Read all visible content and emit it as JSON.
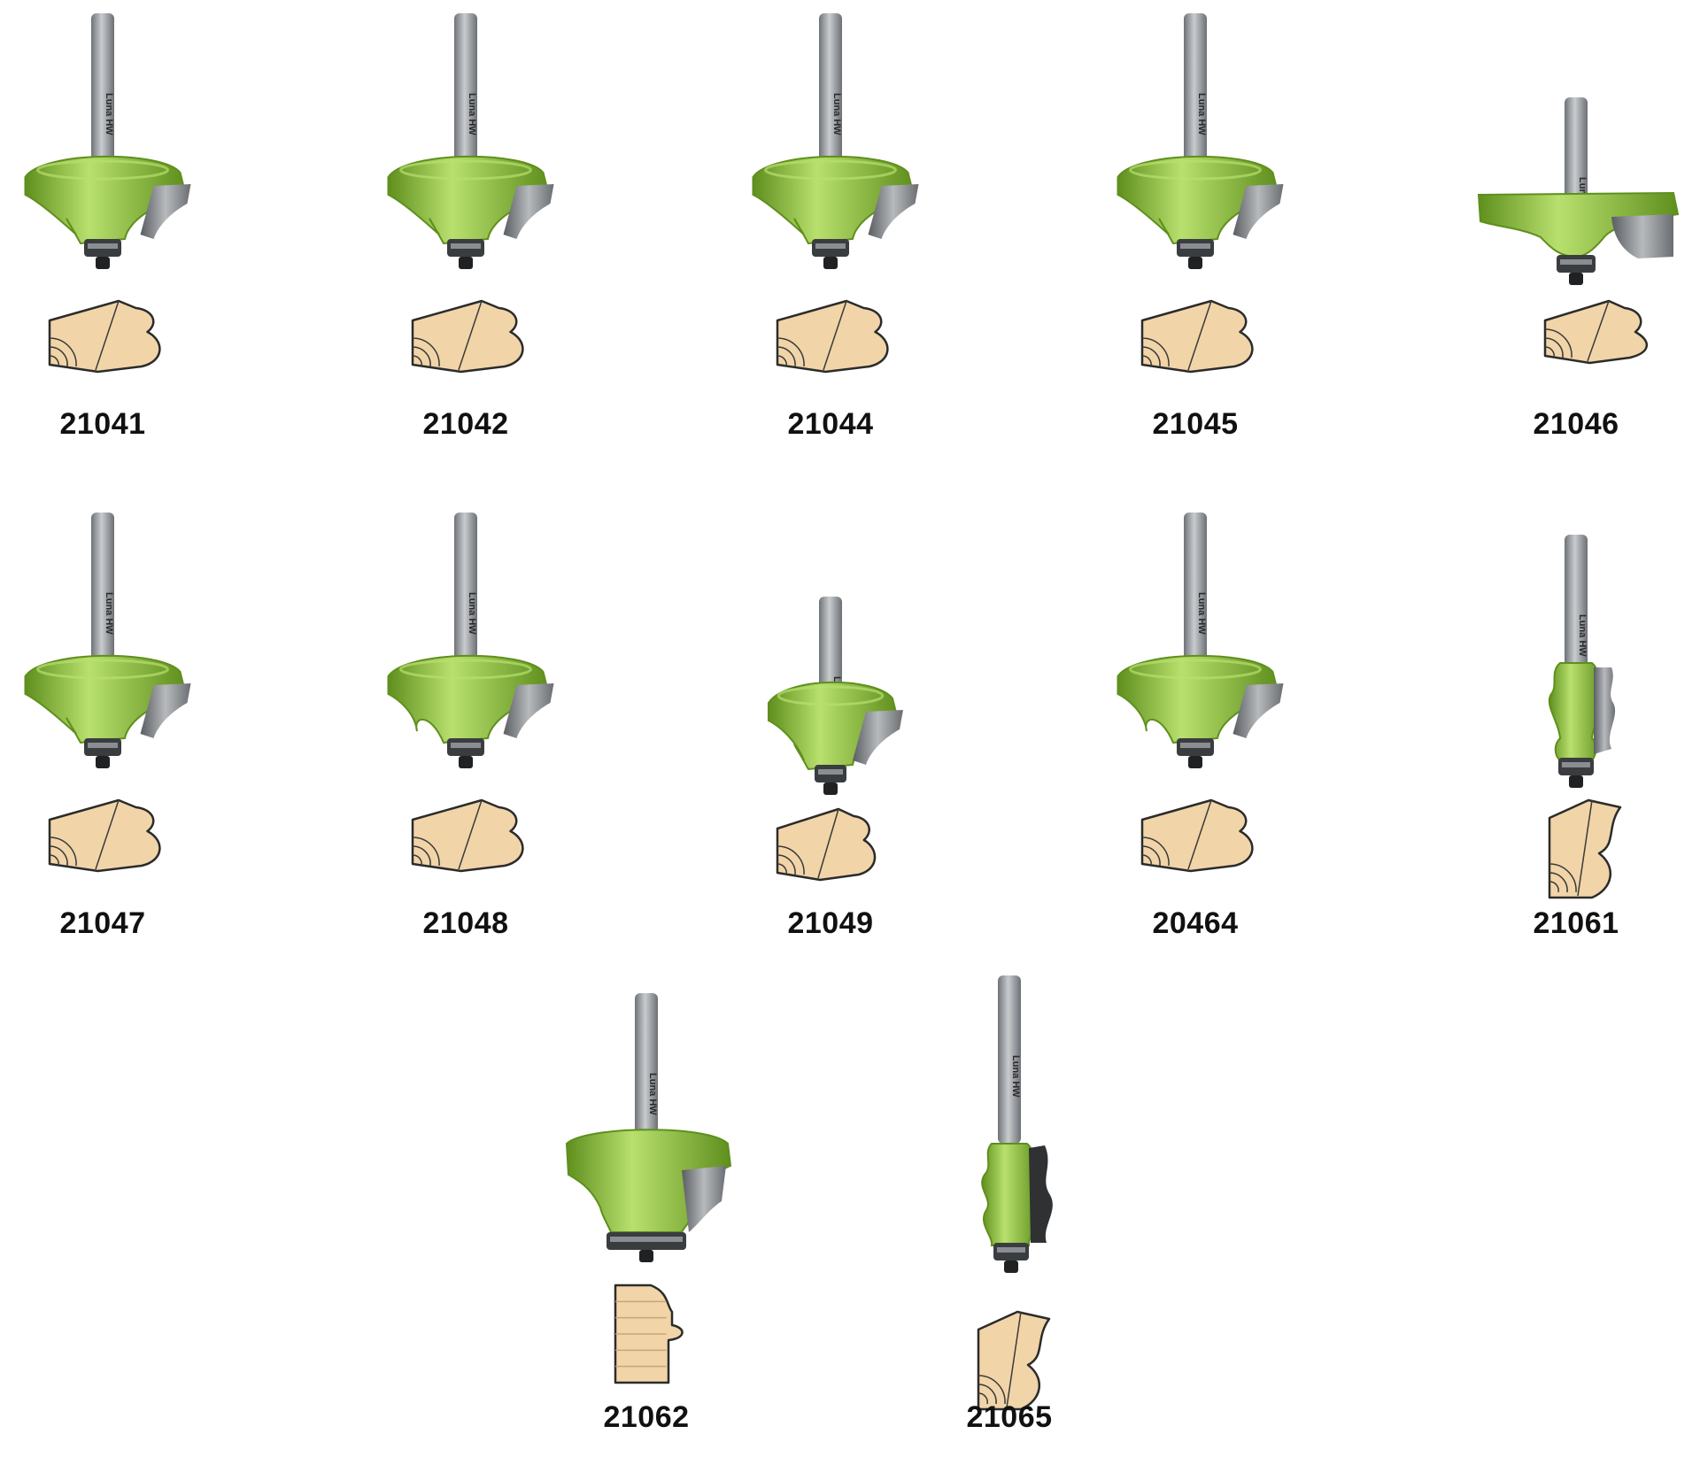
{
  "brand_mark": "Luna HW",
  "colors": {
    "cutter_green": "#8dc63f",
    "cutter_dark": "#5f8f1d",
    "cutter_light": "#b8e06e",
    "shank": "#8f9397",
    "blade": "#7c7f84",
    "bearing": "#3a3d40",
    "wood": "#f1d4a8",
    "wood_line": "#2b2b2b",
    "label": "#111111"
  },
  "products": [
    {
      "code": "21041",
      "icon": "ogee-router-bit-icon",
      "profile": "cove-bead-profile"
    },
    {
      "code": "21042",
      "icon": "ogee-router-bit-icon",
      "profile": "roman-ogee-profile"
    },
    {
      "code": "21044",
      "icon": "cove-router-bit-icon",
      "profile": "cove-profile"
    },
    {
      "code": "21045",
      "icon": "ogee-router-bit-icon",
      "profile": "ogee-profile"
    },
    {
      "code": "21046",
      "icon": "wide-ogee-router-bit-icon",
      "profile": "small-ogee-profile"
    },
    {
      "code": "21047",
      "icon": "ogee-router-bit-icon",
      "profile": "ogee-profile"
    },
    {
      "code": "21048",
      "icon": "step-ogee-router-bit-icon",
      "profile": "stepped-profile"
    },
    {
      "code": "21049",
      "icon": "small-ogee-router-bit-icon",
      "profile": "ogee-profile"
    },
    {
      "code": "20464",
      "icon": "step-ogee-router-bit-icon",
      "profile": "classical-profile"
    },
    {
      "code": "21061",
      "icon": "tall-moulding-router-bit-icon",
      "profile": "tall-moulding-profile"
    },
    {
      "code": "21062",
      "icon": "edge-moulding-router-bit-icon",
      "profile": "edge-moulding-profile"
    },
    {
      "code": "21065",
      "icon": "multi-bead-router-bit-icon",
      "profile": "multi-bead-profile"
    }
  ]
}
